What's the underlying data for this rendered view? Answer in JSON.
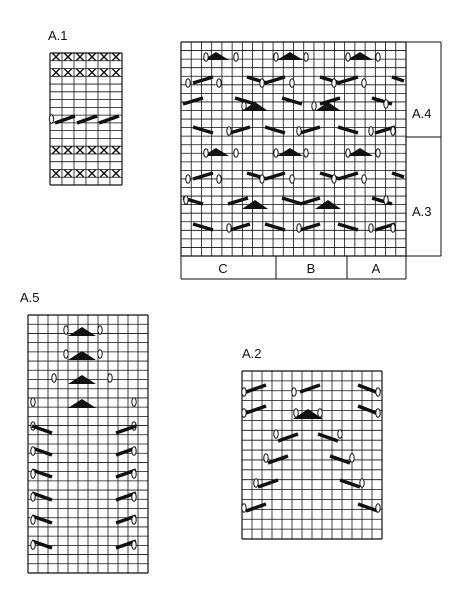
{
  "charts": {
    "a1": {
      "label": "A.1"
    },
    "a2": {
      "label": "A.2"
    },
    "a5": {
      "label": "A.5"
    },
    "main": {
      "section_labels": {
        "top": "A.4",
        "bottom": "A.3"
      },
      "column_labels": [
        "C",
        "B",
        "A"
      ]
    }
  },
  "symbols": [
    "cross",
    "slant-bar",
    "yarn-over",
    "triangle"
  ]
}
